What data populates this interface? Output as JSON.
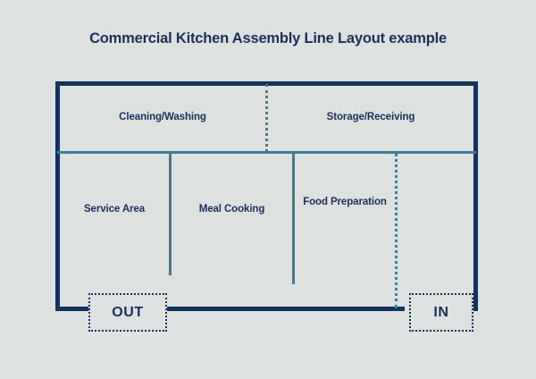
{
  "diagram": {
    "title": "Commercial Kitchen Assembly Line Layout example",
    "zones": [
      {
        "id": "cleaning-washing",
        "label": "Cleaning/Washing",
        "row": "top"
      },
      {
        "id": "storage-receiving",
        "label": "Storage/Receiving",
        "row": "top"
      },
      {
        "id": "service-area",
        "label": "Service Area",
        "row": "bottom"
      },
      {
        "id": "meal-cooking",
        "label": "Meal Cooking",
        "row": "bottom"
      },
      {
        "id": "food-preparation",
        "label": "Food Preparation",
        "row": "bottom"
      }
    ],
    "doors": [
      {
        "id": "out",
        "label": "OUT"
      },
      {
        "id": "in",
        "label": "IN"
      }
    ],
    "colors": {
      "background": "#dde1e0",
      "wall": "#16325c",
      "partition": "#3d7d96",
      "text": "#1b3058"
    }
  }
}
